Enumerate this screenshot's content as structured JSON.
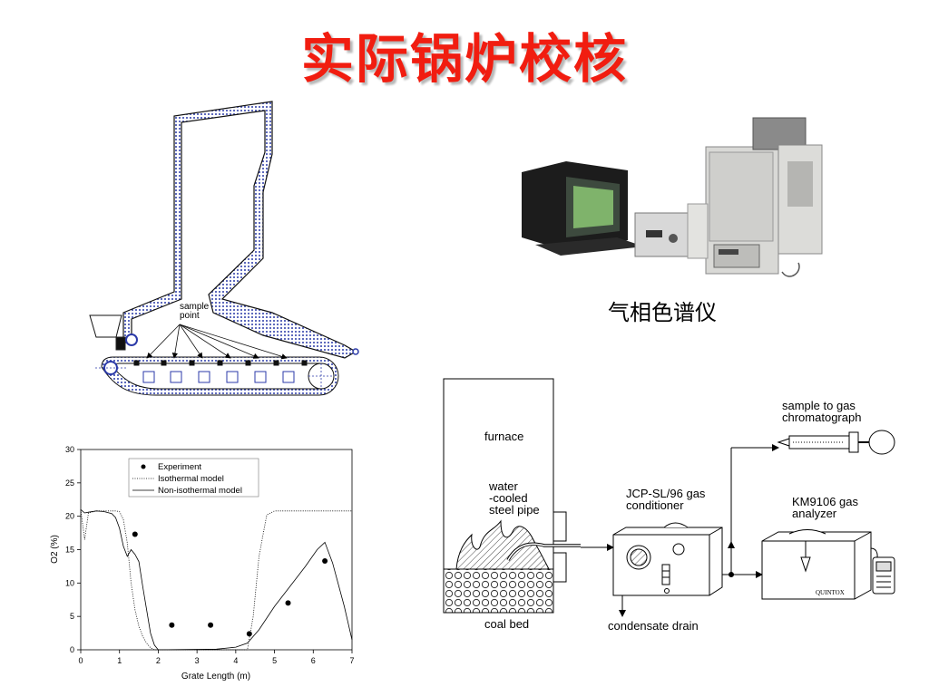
{
  "slide": {
    "title": "实际锅炉校核",
    "gc_caption": "气相色谱仪"
  },
  "boiler_diagram": {
    "sample_label_line1": "sample",
    "sample_label_line2": "point"
  },
  "setup_diagram": {
    "furnace": "furnace",
    "water_line1": "water",
    "water_line2": "-cooled",
    "water_line3": "steel pipe",
    "coal_bed": "coal bed",
    "conditioner_line1": "JCP-SL/96 gas",
    "conditioner_line2": "conditioner",
    "analyzer_line1": "KM9106 gas",
    "analyzer_line2": "analyzer",
    "sample_gas_line1": "sample to gas",
    "sample_gas_line2": "chromatograph",
    "condensate": "condensate drain",
    "brand": "QUINTOX"
  },
  "colors": {
    "title": "#f11d10"
  },
  "chart_data": {
    "type": "line",
    "xlabel": "Grate Length (m)",
    "ylabel": "O2 (%)",
    "xlim": [
      0,
      7
    ],
    "ylim": [
      0,
      30
    ],
    "xticks": [
      "0",
      "1",
      "2",
      "3",
      "4",
      "5",
      "6",
      "7"
    ],
    "yticks": [
      "0",
      "5",
      "10",
      "15",
      "20",
      "25",
      "30"
    ],
    "legend": "top-center",
    "series": [
      {
        "name": "Experiment",
        "style": "points",
        "x": [
          1.4,
          2.35,
          3.35,
          4.35,
          5.35,
          6.3
        ],
        "y": [
          17.3,
          3.7,
          3.7,
          2.4,
          7.0,
          13.3
        ]
      },
      {
        "name": "Isothermal model",
        "style": "dotted",
        "x": [
          0,
          0.1,
          0.2,
          0.4,
          0.6,
          0.8,
          0.9,
          1.0,
          1.1,
          1.2,
          1.3,
          1.4,
          1.5,
          1.6,
          1.7,
          1.8,
          1.9,
          2.0,
          4.3,
          4.45,
          4.6,
          4.8,
          5.0,
          7.0
        ],
        "y": [
          21.0,
          16.5,
          20.5,
          20.8,
          20.8,
          20.8,
          20.8,
          20.7,
          19.5,
          16.0,
          10.0,
          6.0,
          3.5,
          2.0,
          1.0,
          0.3,
          0.0,
          0.0,
          0.0,
          5.0,
          14.0,
          20.2,
          20.8,
          20.8
        ]
      },
      {
        "name": "Non-isothermal model",
        "style": "solid",
        "x": [
          0,
          0.1,
          0.2,
          0.4,
          0.6,
          0.8,
          0.9,
          1.0,
          1.1,
          1.2,
          1.3,
          1.4,
          1.5,
          1.6,
          1.7,
          1.8,
          1.9,
          2.0,
          3.5,
          4.0,
          4.3,
          4.6,
          5.0,
          5.4,
          5.8,
          6.1,
          6.3,
          6.5,
          6.8,
          7.0
        ],
        "y": [
          21.0,
          20.5,
          20.6,
          20.8,
          20.7,
          20.4,
          19.8,
          18.2,
          15.5,
          14.0,
          15.0,
          14.3,
          13.2,
          9.5,
          6.0,
          2.5,
          0.7,
          0.0,
          0.1,
          0.4,
          1.0,
          3.0,
          6.5,
          9.5,
          12.5,
          15.0,
          16.1,
          13.0,
          6.5,
          1.5
        ]
      }
    ]
  }
}
